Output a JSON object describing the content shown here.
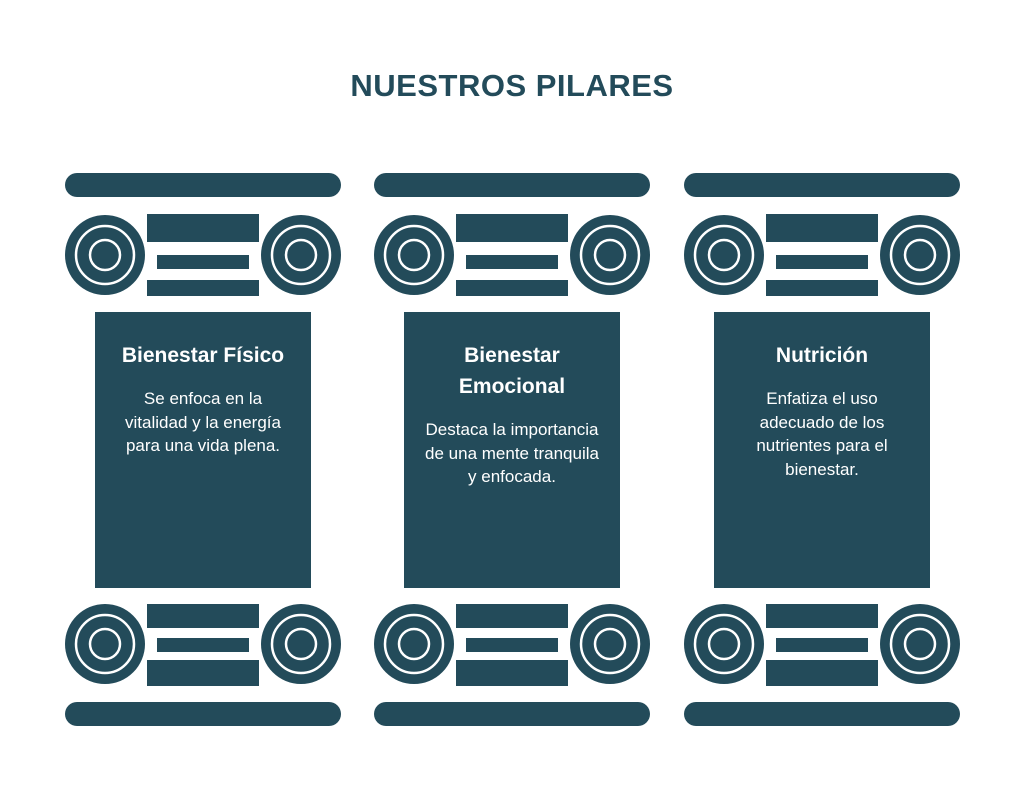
{
  "title": "NUESTROS PILARES",
  "colors": {
    "pillar": "#234b5a",
    "background": "#ffffff",
    "title": "#234b5a",
    "text": "#ffffff"
  },
  "pillars": [
    {
      "title": "Bienestar Físico",
      "description": "Se enfoca en la vitalidad y la energía para una vida plena."
    },
    {
      "title": "Bienestar Emocional",
      "description": "Destaca la importancia de una mente tranquila y enfocada."
    },
    {
      "title": "Nutrición",
      "description": "Enfatiza el uso adecuado de los nutrientes para el bienestar."
    }
  ]
}
